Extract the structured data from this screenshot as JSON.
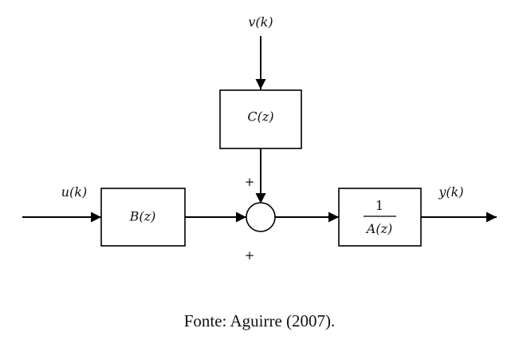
{
  "signals": {
    "input": "u(k)",
    "disturbance": "v(k)",
    "output": "y(k)"
  },
  "blocks": {
    "b": "B(z)",
    "c": "C(z)",
    "a_numerator": "1",
    "a_denominator": "A(z)"
  },
  "summing_junction": {
    "top_sign": "+",
    "bottom_sign": "+"
  },
  "caption": "Fonte: Aguirre (2007)."
}
